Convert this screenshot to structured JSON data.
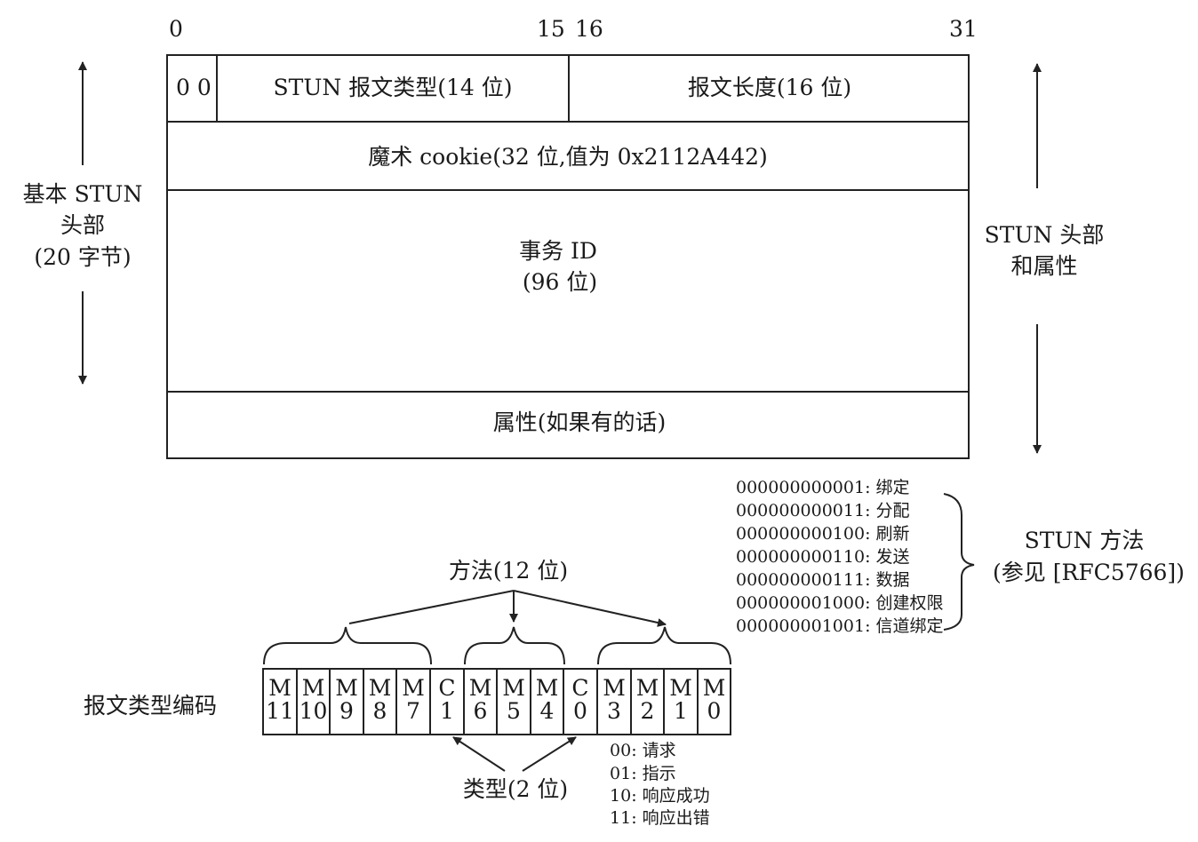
{
  "bit_positions": [
    "0",
    "15",
    "16",
    "31"
  ],
  "header": {
    "fixed_bits": "0 0",
    "message_type": "STUN 报文类型(14 位)",
    "message_length": "报文长度(16 位)",
    "magic_cookie": "魔术 cookie(32 位,值为 0x2112A442)",
    "transaction_id_line1": "事务 ID",
    "transaction_id_line2": "(96 位)",
    "attributes": "属性(如果有的话)"
  },
  "left_label": {
    "line1": "基本 STUN",
    "line2": "头部",
    "line3": "(20 字节)"
  },
  "right_label": {
    "line1": "STUN 头部",
    "line2": "和属性"
  },
  "methods": {
    "items": [
      {
        "code": "000000000001",
        "name": "绑定"
      },
      {
        "code": "000000000011",
        "name": "分配"
      },
      {
        "code": "000000000100",
        "name": "刷新"
      },
      {
        "code": "000000000110",
        "name": "发送"
      },
      {
        "code": "000000000111",
        "name": "数据"
      },
      {
        "code": "000000001000",
        "name": "创建权限"
      },
      {
        "code": "000000001001",
        "name": "信道绑定"
      }
    ],
    "label_line1": "STUN 方法",
    "label_line2": "(参见 [RFC5766])"
  },
  "encoding": {
    "title": "报文类型编码",
    "method_label": "方法(12 位)",
    "type_label": "类型(2 位)",
    "bits": [
      {
        "letter": "M",
        "index": "11"
      },
      {
        "letter": "M",
        "index": "10"
      },
      {
        "letter": "M",
        "index": "9"
      },
      {
        "letter": "M",
        "index": "8"
      },
      {
        "letter": "M",
        "index": "7"
      },
      {
        "letter": "C",
        "index": "1"
      },
      {
        "letter": "M",
        "index": "6"
      },
      {
        "letter": "M",
        "index": "5"
      },
      {
        "letter": "M",
        "index": "4"
      },
      {
        "letter": "C",
        "index": "0"
      },
      {
        "letter": "M",
        "index": "3"
      },
      {
        "letter": "M",
        "index": "2"
      },
      {
        "letter": "M",
        "index": "1"
      },
      {
        "letter": "M",
        "index": "0"
      }
    ],
    "classes": [
      {
        "code": "00",
        "name": "请求"
      },
      {
        "code": "01",
        "name": "指示"
      },
      {
        "code": "10",
        "name": "响应成功"
      },
      {
        "code": "11",
        "name": "响应出错"
      }
    ]
  }
}
